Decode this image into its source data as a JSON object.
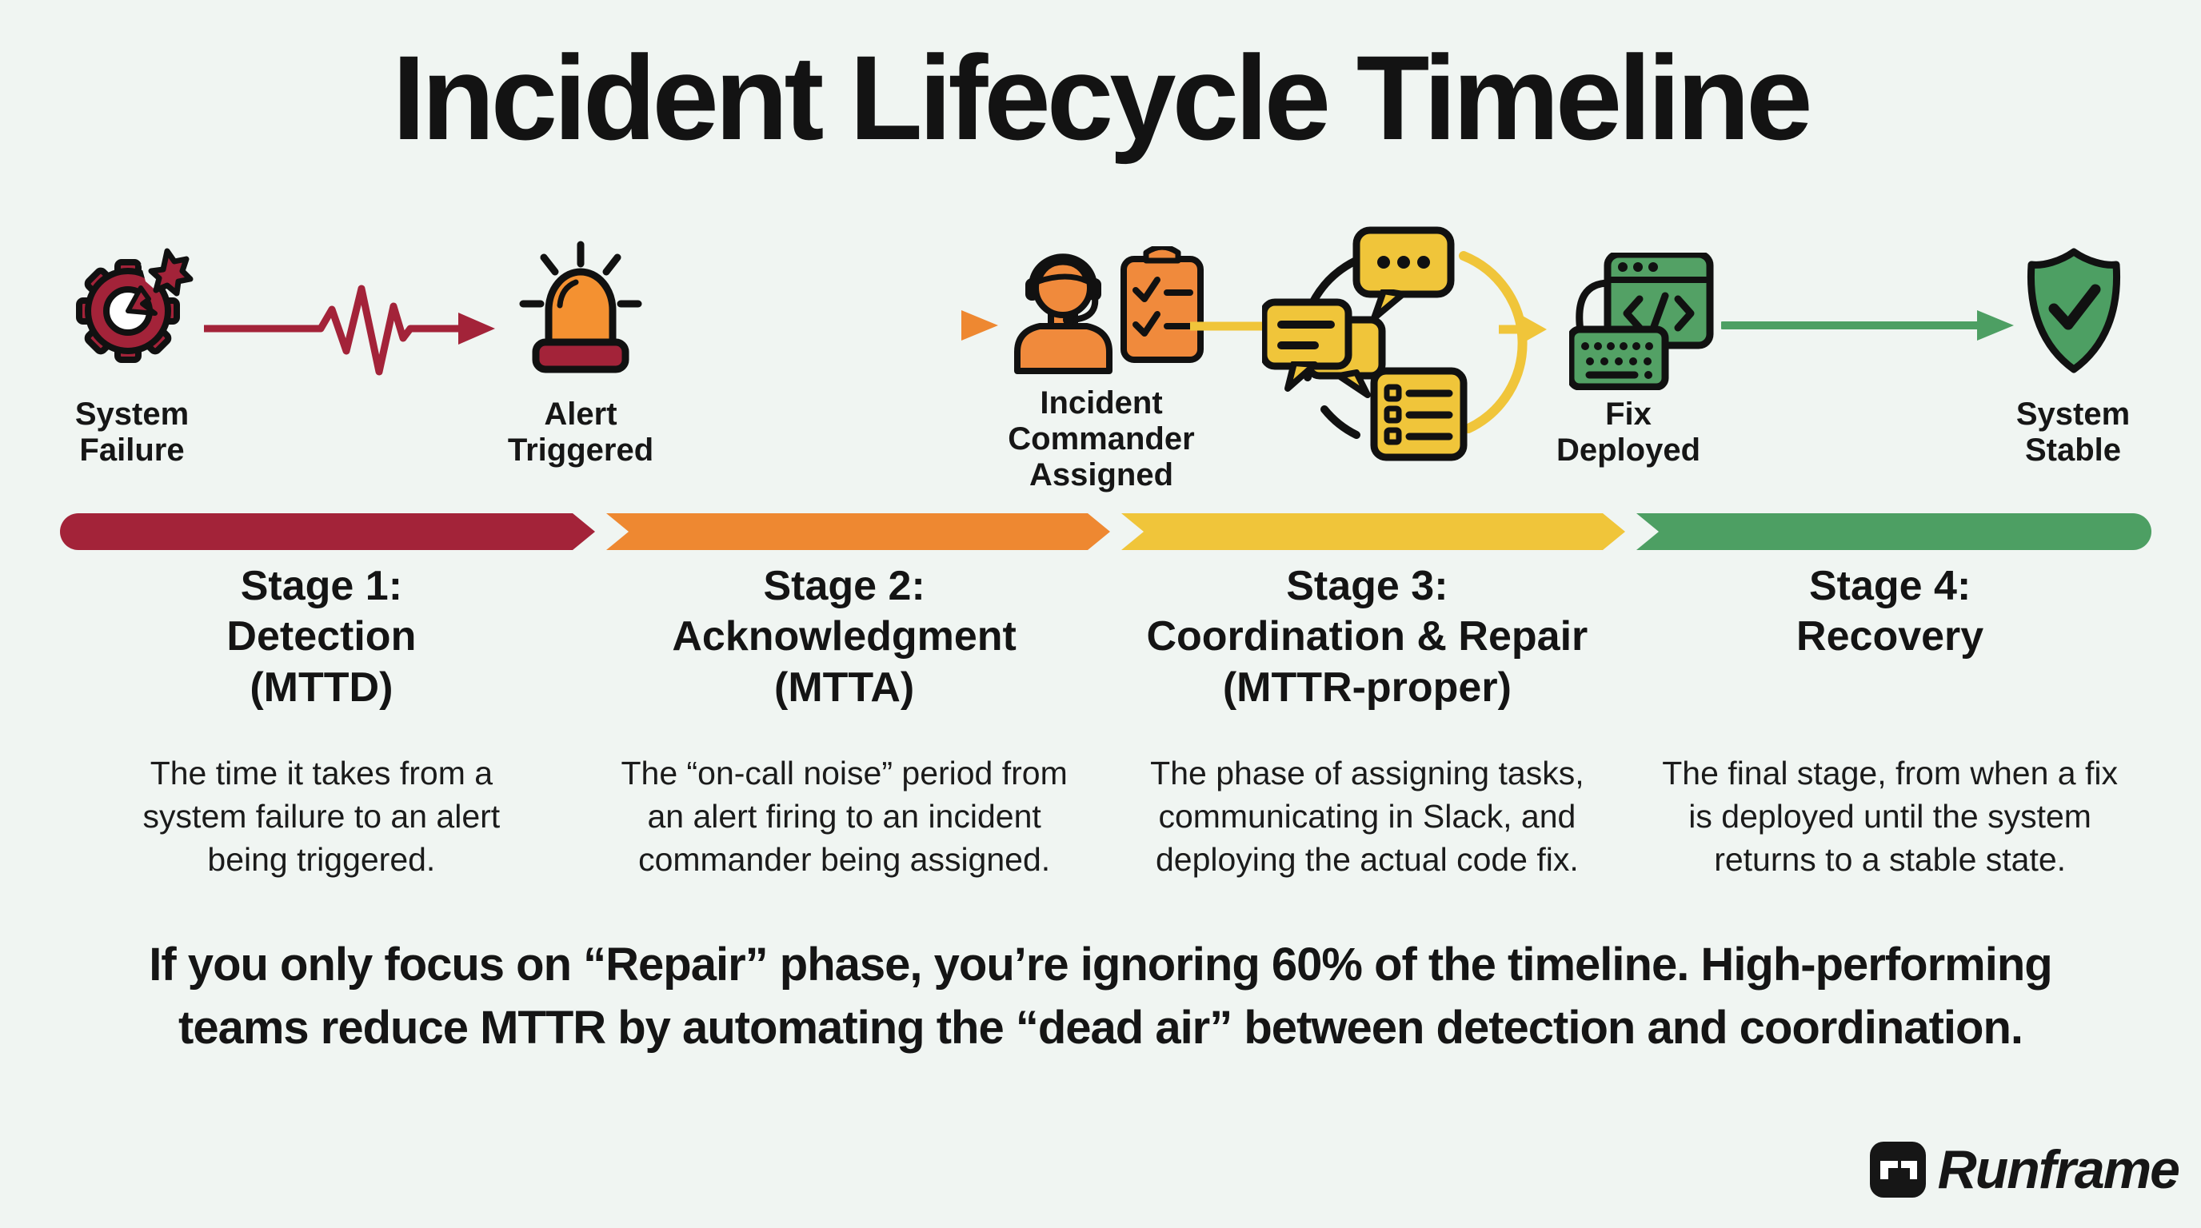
{
  "page": {
    "title": "Incident Lifecycle Timeline",
    "background_color": "#F0F5F2"
  },
  "flow": {
    "nodes": [
      {
        "id": "system-failure",
        "label": "System\nFailure",
        "icon": "broken-gear-icon",
        "color": "#A32339"
      },
      {
        "id": "alert-triggered",
        "label": "Alert\nTriggered",
        "icon": "siren-icon",
        "color": "#EE8831"
      },
      {
        "id": "incident-commander",
        "label": "Incident\nCommander\nAssigned",
        "icon": "commander-headset-icon",
        "color": "#F08A3C"
      },
      {
        "id": "coordination",
        "label": "",
        "icon": "chat-bubbles-cycle-icon",
        "color": "#F0C53A"
      },
      {
        "id": "fix-deployed",
        "label": "Fix\nDeployed",
        "icon": "code-window-keyboard-icon",
        "color": "#4D9F63"
      },
      {
        "id": "system-stable",
        "label": "System\nStable",
        "icon": "shield-check-icon",
        "color": "#4D9F63"
      }
    ],
    "connectors": [
      {
        "from": "system-failure",
        "to": "alert-triggered",
        "style": "heartbeat-arrow",
        "color": "#A32339"
      },
      {
        "from": "alert-triggered",
        "to": "incident-commander",
        "style": "straight-arrow",
        "color": "#EE8831"
      },
      {
        "from": "incident-commander",
        "to": "coordination",
        "style": "line",
        "color": "#F0C53A"
      },
      {
        "from": "coordination",
        "to": "fix-deployed",
        "style": "straight-arrow",
        "color": "#F0C53A"
      },
      {
        "from": "fix-deployed",
        "to": "system-stable",
        "style": "straight-arrow",
        "color": "#4D9F63"
      }
    ]
  },
  "stages": [
    {
      "title": "Stage 1:\nDetection\n(MTTD)",
      "description": "The time it takes from a\nsystem failure to an alert\nbeing triggered.",
      "color": "#A32339"
    },
    {
      "title": "Stage 2:\nAcknowledgment\n(MTTA)",
      "description": "The “on-call noise” period from\nan alert firing to an incident\ncommander being assigned.",
      "color": "#EE8831"
    },
    {
      "title": "Stage 3:\nCoordination & Repair\n(MTTR-proper)",
      "description": "The phase of assigning tasks,\ncommunicating in Slack, and\ndeploying the actual code fix.",
      "color": "#F0C53A"
    },
    {
      "title": "Stage 4:\nRecovery",
      "description": "The final stage, from when a fix\nis deployed until the system\nreturns to a stable state.",
      "color": "#4D9F63"
    }
  ],
  "footnote": "If you only focus on “Repair” phase, you’re ignoring 60% of the timeline. High-performing\nteams reduce MTTR by automating the “dead air” between detection and coordination.",
  "brand": {
    "name": "Runframe"
  }
}
